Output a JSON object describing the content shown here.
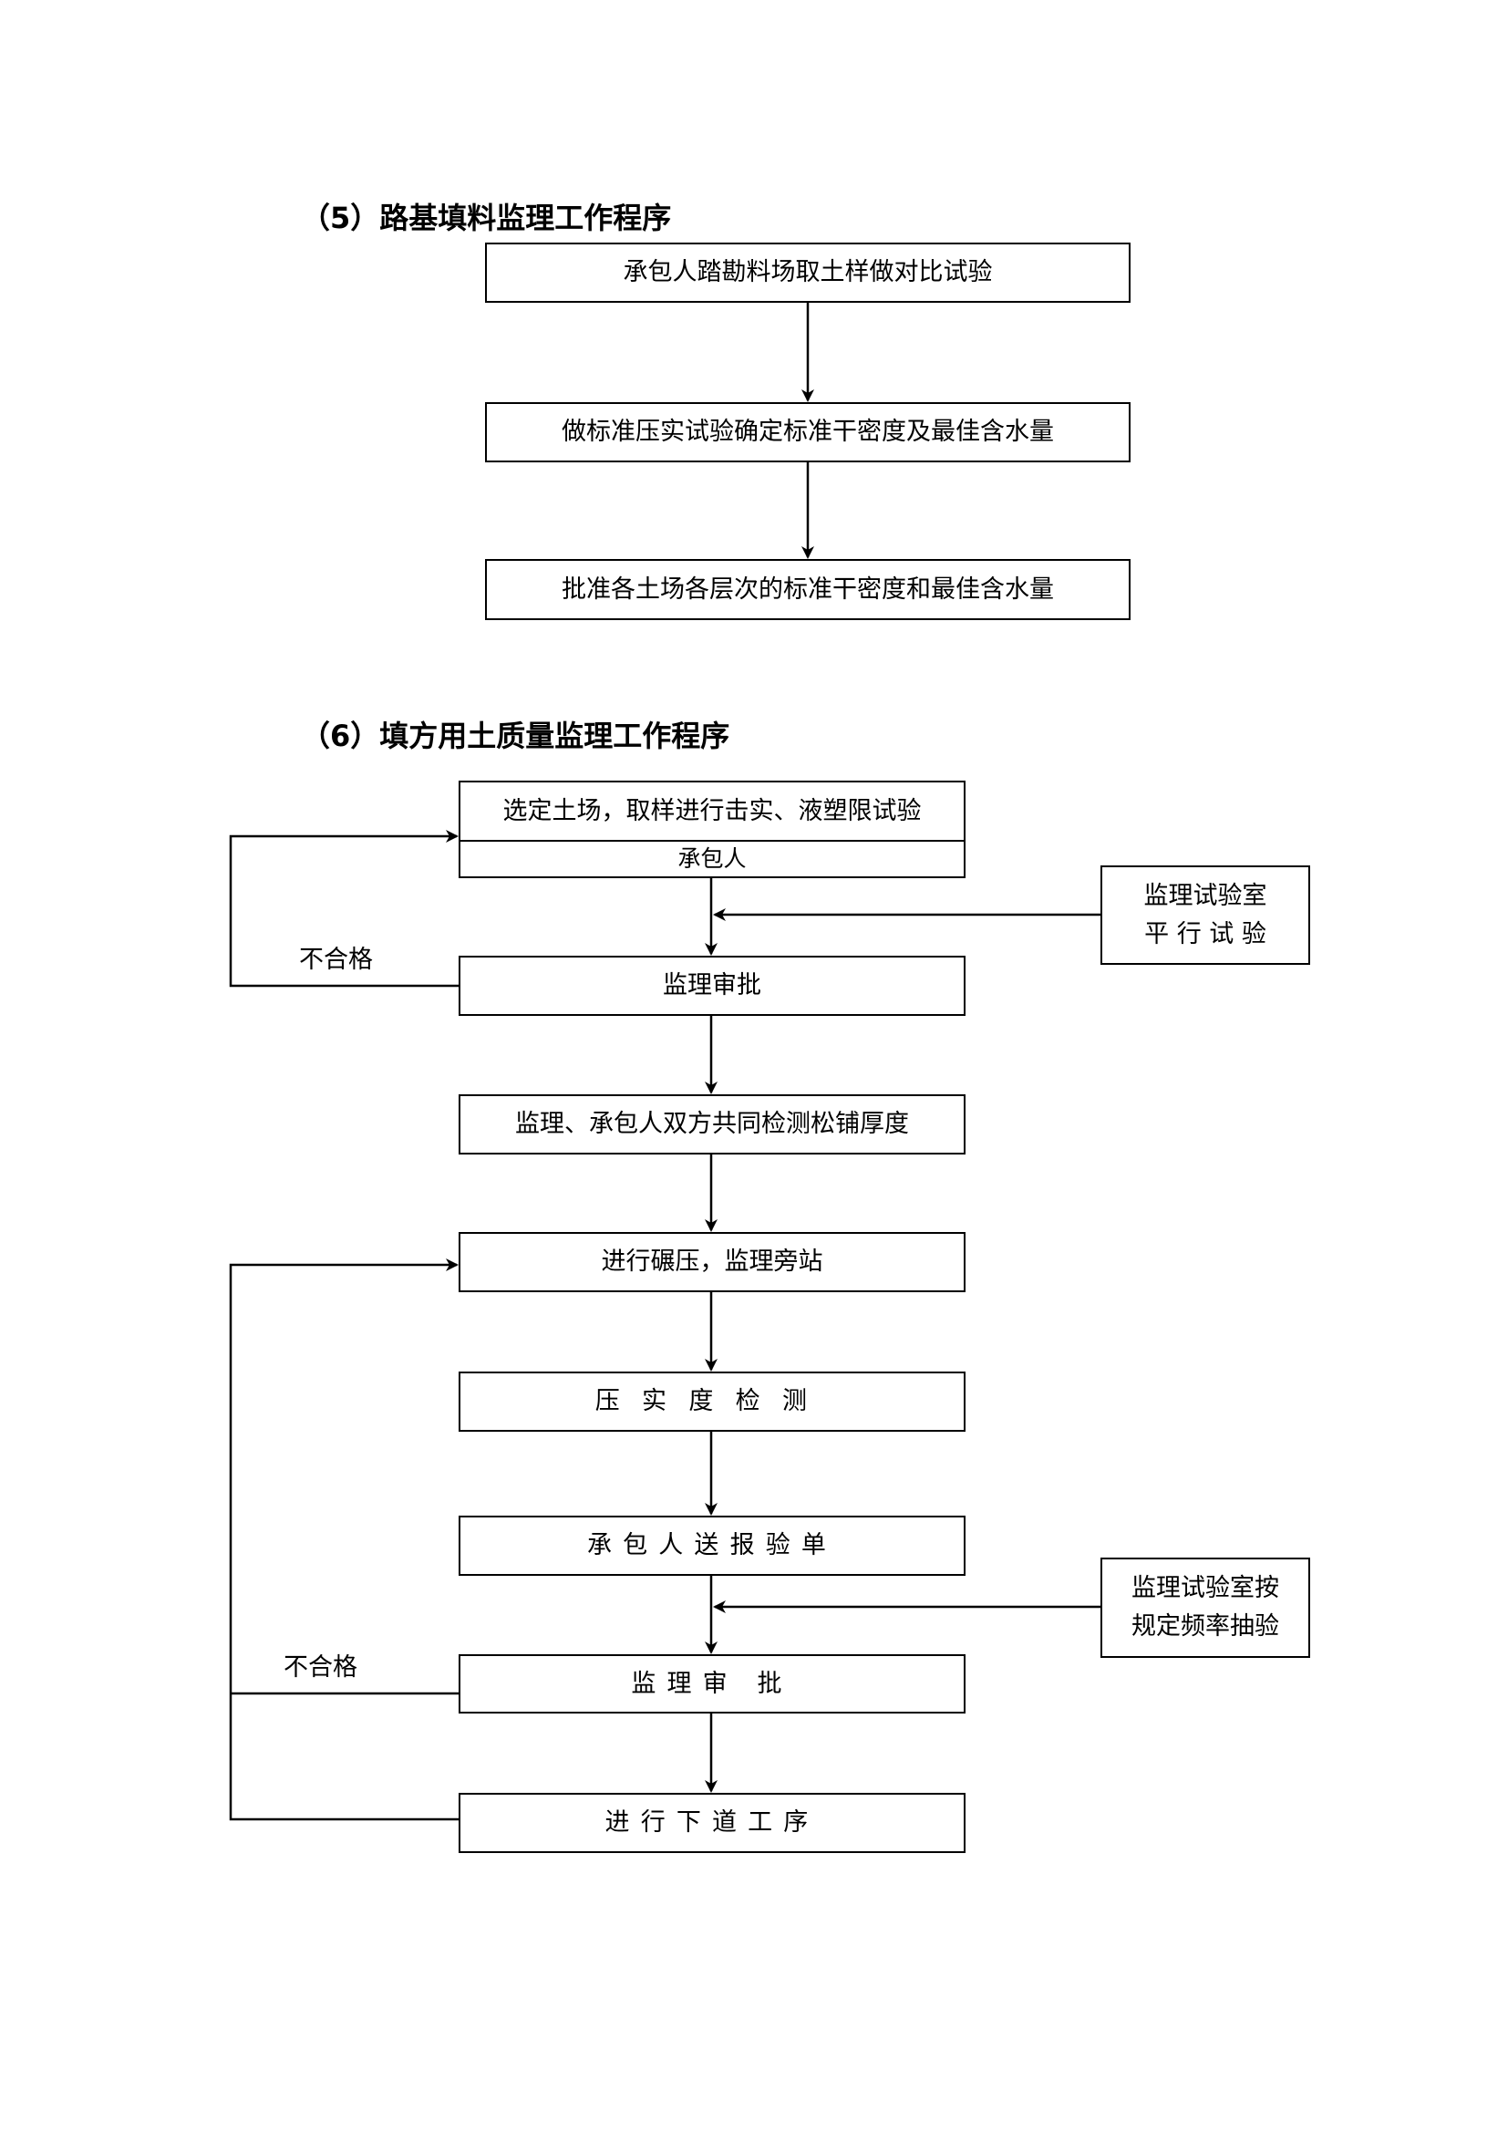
{
  "section5": {
    "heading": "（5）路基填料监理工作程序",
    "steps": [
      "承包人踏勘料场取土样做对比试验",
      "做标准压实试验确定标准干密度及最佳含水量",
      "批准各土场各层次的标准干密度和最佳含水量"
    ]
  },
  "section6": {
    "heading": "（6）填方用土质量监理工作程序",
    "step1_main": "选定土场，取样进行击实、液塑限试验",
    "step1_sub": "承包人",
    "lab_parallel": [
      "监理试验室",
      "平 行 试 验"
    ],
    "reject_label_1": "不合格",
    "step2": "监理审批",
    "step3": "监理、承包人双方共同检测松铺厚度",
    "step4": "进行碾压，监理旁站",
    "step5": "压实度检测",
    "step6": "承包人送报验单",
    "lab_sampling": [
      "监理试验室按",
      "规定频率抽验"
    ],
    "reject_label_2": "不合格",
    "step7": "监理审 批",
    "step8": "进行下道工序"
  }
}
